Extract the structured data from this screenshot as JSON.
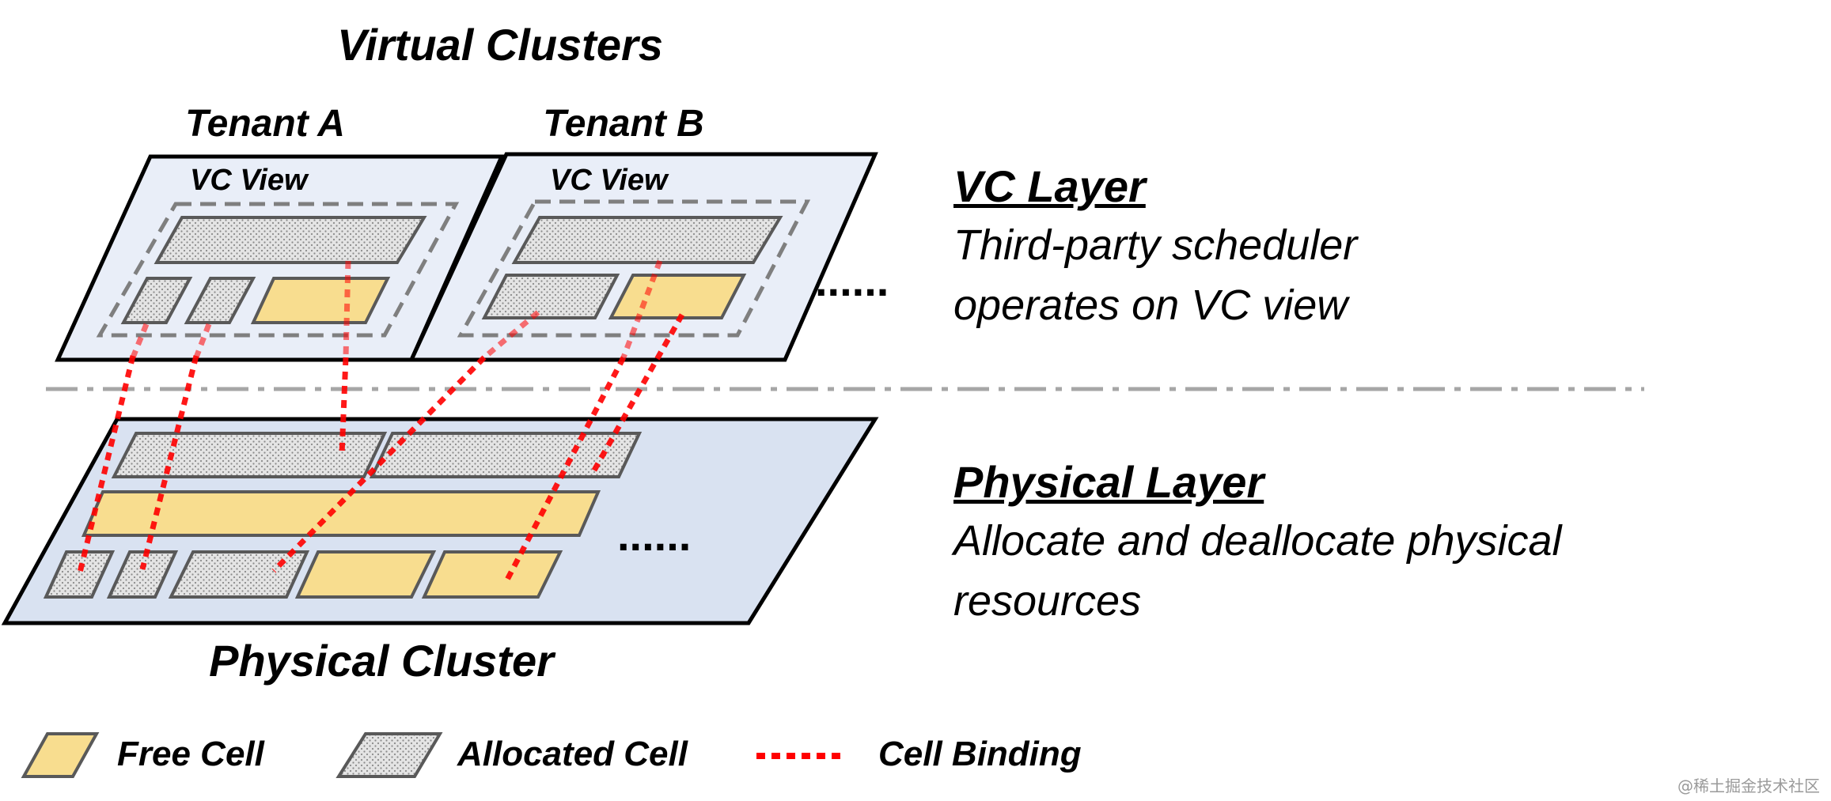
{
  "titles": {
    "virtual_clusters": "Virtual Clusters",
    "tenant_a": "Tenant A",
    "tenant_b": "Tenant B",
    "vc_view_a": "VC View",
    "vc_view_b": "VC View",
    "physical_cluster": "Physical Cluster",
    "ellipsis_vc": "......",
    "ellipsis_phys": "......"
  },
  "layers": [
    {
      "header": "VC Layer",
      "description": "Third-party scheduler operates on VC view"
    },
    {
      "header": "Physical Layer",
      "description": "Allocate and deallocate physical resources"
    }
  ],
  "legend": {
    "free": "Free Cell",
    "allocated": "Allocated Cell",
    "binding": "Cell Binding"
  },
  "watermark": "@稀土掘金技术社区",
  "colors": {
    "free_fill": "#f8dd8f",
    "allocated_fill": "#e2e2e2",
    "panel_fill": "#e9eef8",
    "physical_fill": "#d9e2f1",
    "binding": "#ff0000",
    "separator": "#a6a6a6"
  }
}
